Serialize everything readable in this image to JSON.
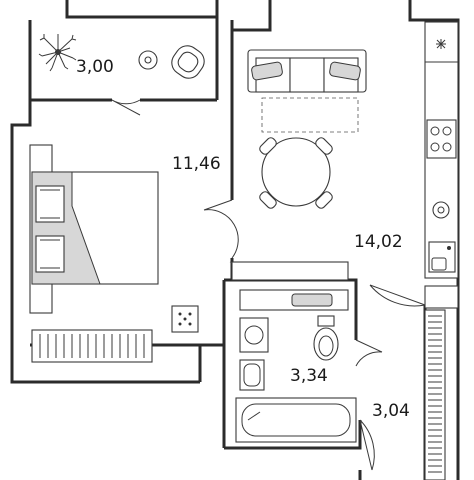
{
  "rooms": [
    {
      "id": "balcony",
      "area": "3,00"
    },
    {
      "id": "bedroom",
      "area": "11,46"
    },
    {
      "id": "living-kitchen",
      "area": "14,02"
    },
    {
      "id": "bathroom",
      "area": "3,34"
    },
    {
      "id": "hallway",
      "area": "3,04"
    }
  ],
  "colors": {
    "wall": "#2b2b2b",
    "furniture_fill": "#ffffff",
    "accent_grey": "#d7d7d7",
    "text": "#1a1a1a"
  },
  "icons": [
    "plant-icon",
    "armchair-icon",
    "sofa-icon",
    "dining-table-icon",
    "bed-icon",
    "stove-icon",
    "sink-icon",
    "washing-machine-icon",
    "toilet-icon",
    "bathtub-icon",
    "radiator-icon"
  ]
}
